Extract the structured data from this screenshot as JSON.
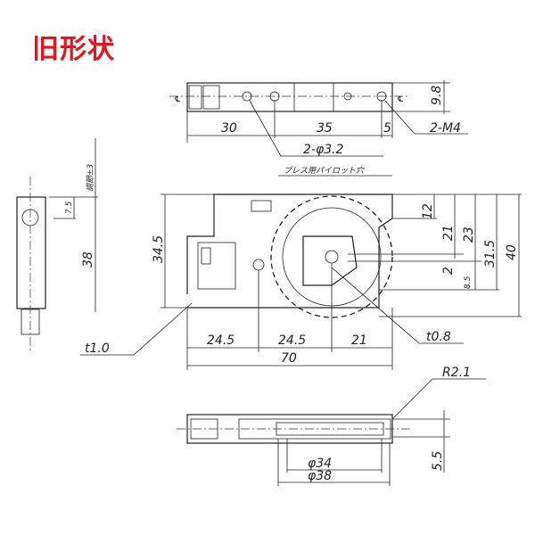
{
  "title": "旧形状",
  "colors": {
    "title": "#e8141c",
    "lines": "#222222"
  },
  "top_view": {
    "dims": {
      "d30": "30",
      "d35": "35",
      "d5": "5",
      "d98": "9.8"
    },
    "thread_note": "2-M4",
    "hole_note": "2-φ3.2",
    "hole_caption": "プレス用パイロット穴",
    "centerline_mark": "℄"
  },
  "side_view": {
    "adjust_note": "調節±3",
    "d75": "7.5",
    "d38": "38"
  },
  "front_view": {
    "height": "34.5",
    "right_dims": {
      "d12": "12",
      "d21": "21",
      "d23": "23",
      "d315": "31.5",
      "d40": "40",
      "d2": "2",
      "d85": "8.5"
    },
    "bottom_dims": {
      "a": "24.5",
      "b": "24.5",
      "c": "21",
      "total": "70"
    },
    "thickness_plate": "t1.0",
    "thickness_cover": "t0.8"
  },
  "bottom_view": {
    "radius": "R2.1",
    "dia_inner": "φ34",
    "dia_outer": "φ38",
    "d55": "5.5"
  }
}
